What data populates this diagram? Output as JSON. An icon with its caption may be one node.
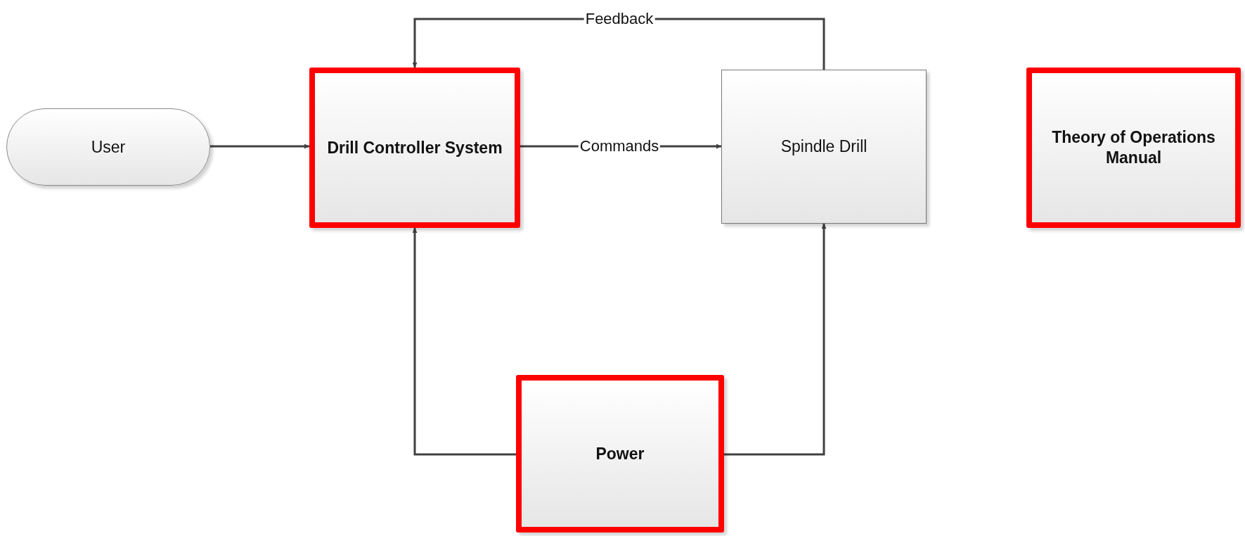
{
  "diagram": {
    "nodes": [
      {
        "text": [
          "User"
        ]
      },
      {
        "text": [
          "Drill Controller System"
        ]
      },
      {
        "text": [
          "Spindle Drill"
        ]
      },
      {
        "text": [
          "Theory of Operations Manual"
        ]
      },
      {
        "text": [
          "Power"
        ]
      }
    ],
    "edges": [
      {
        "from": 0,
        "to": 1,
        "arrow": "to"
      },
      {
        "from": 1,
        "to": 2,
        "arrow": "to",
        "label": "Commands"
      },
      {
        "from": 2,
        "to": 1,
        "arrow": "to",
        "label": "Feedback"
      },
      {
        "from": 4,
        "to": 1,
        "arrow": "to"
      },
      {
        "from": 4,
        "to": 2,
        "arrow": "to"
      }
    ]
  }
}
